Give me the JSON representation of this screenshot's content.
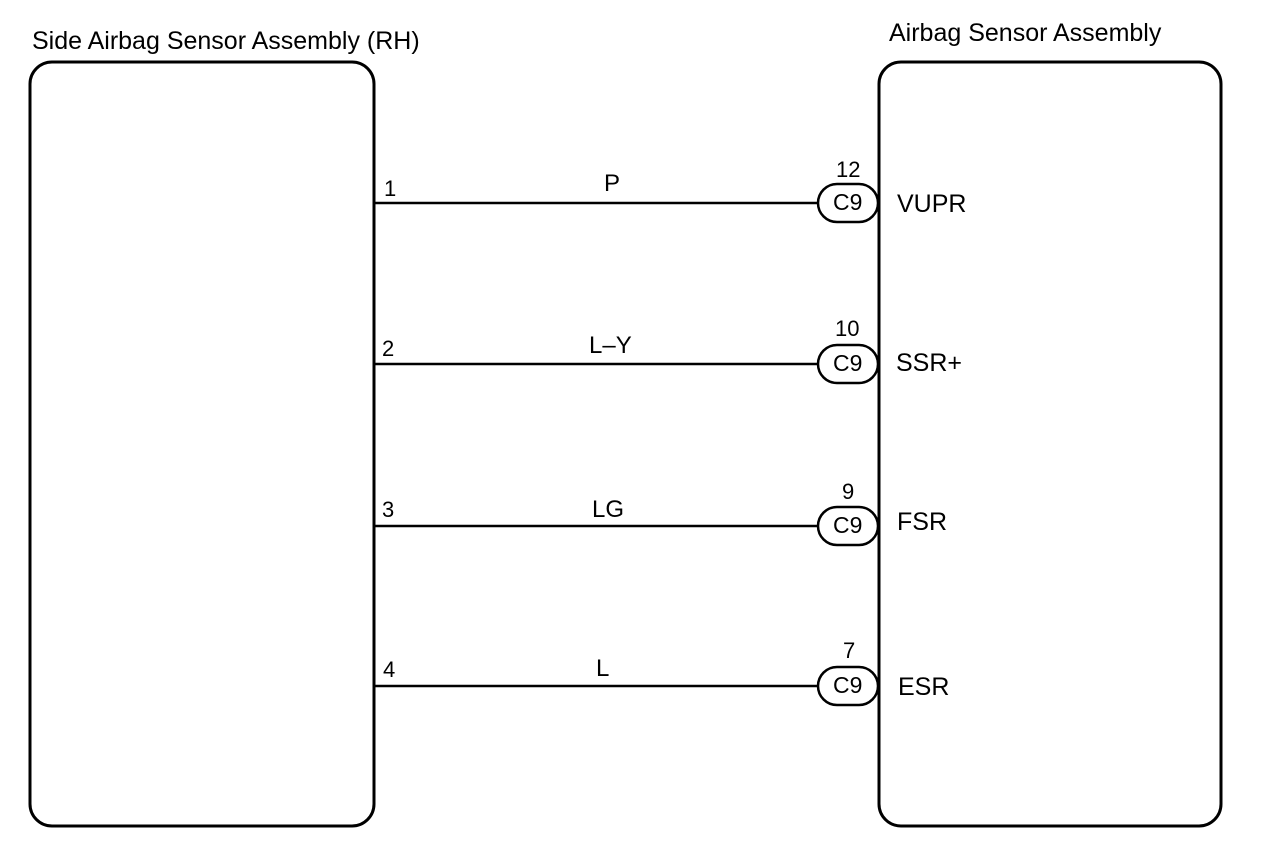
{
  "left_component": {
    "title": "Side Airbag Sensor Assembly (RH)"
  },
  "right_component": {
    "title": "Airbag Sensor Assembly"
  },
  "circuits": [
    {
      "left_pin": "1",
      "wire_color": "P",
      "connector": "C9",
      "right_pin": "12",
      "terminal": "VUPR"
    },
    {
      "left_pin": "2",
      "wire_color": "L–Y",
      "connector": "C9",
      "right_pin": "10",
      "terminal": "SSR+"
    },
    {
      "left_pin": "3",
      "wire_color": "LG",
      "connector": "C9",
      "right_pin": "9",
      "terminal": "FSR"
    },
    {
      "left_pin": "4",
      "wire_color": "L",
      "connector": "C9",
      "right_pin": "7",
      "terminal": "ESR"
    }
  ]
}
